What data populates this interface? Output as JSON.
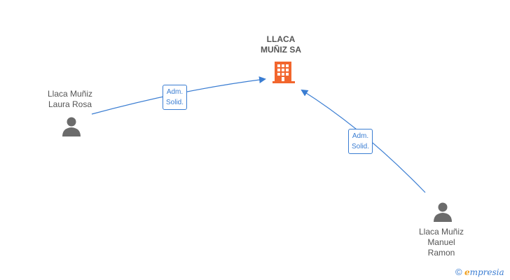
{
  "company": {
    "name_line1": "LLACA",
    "name_line2": "MUÑIZ SA",
    "icon": "building-icon",
    "color": "#f2662d"
  },
  "persons": [
    {
      "line1": "Llaca Muñiz",
      "line2": "Laura Rosa",
      "icon": "person-icon"
    },
    {
      "line1": "Llaca Muñiz",
      "line2": "Manuel",
      "line3": "Ramon",
      "icon": "person-icon"
    }
  ],
  "relations": [
    {
      "role_line1": "Adm.",
      "role_line2": "Solid."
    },
    {
      "role_line1": "Adm.",
      "role_line2": "Solid."
    }
  ],
  "colors": {
    "edge": "#3a7dd2",
    "person": "#6b6b6b",
    "text": "#555555"
  },
  "watermark": {
    "symbol": "©",
    "brand_first": "e",
    "brand_rest": "mpresia"
  }
}
